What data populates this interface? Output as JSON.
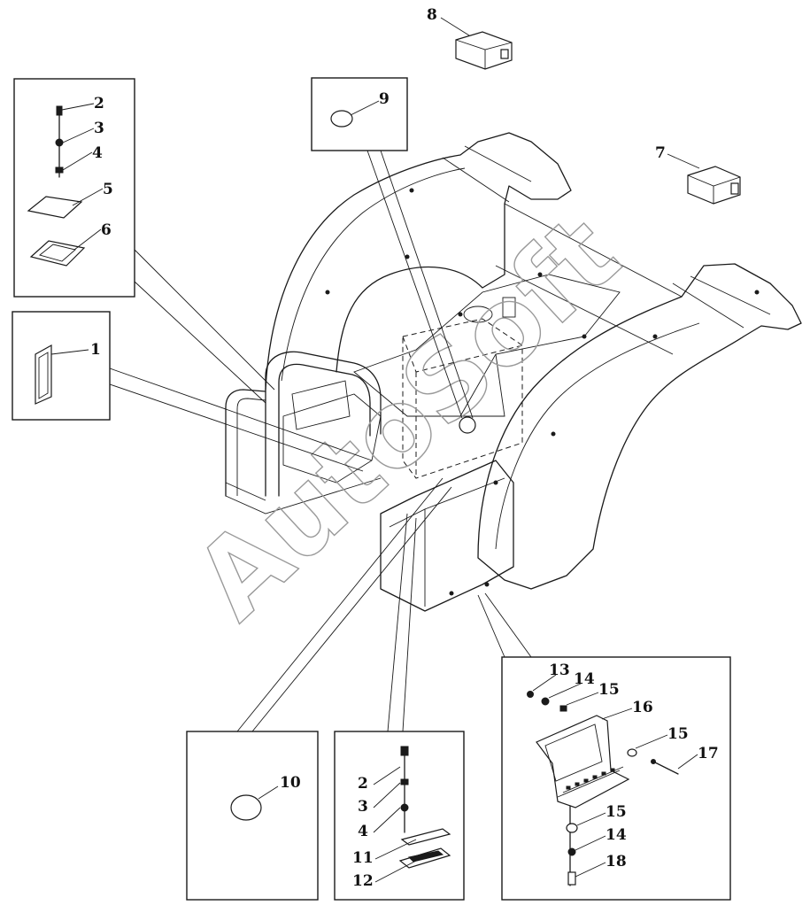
{
  "watermark": "AutoSoft",
  "callouts": {
    "c1": "1",
    "c2a": "2",
    "c3a": "3",
    "c4a": "4",
    "c5": "5",
    "c6": "6",
    "c7": "7",
    "c8": "8",
    "c9": "9",
    "c10": "10",
    "c2b": "2",
    "c3b": "3",
    "c4b": "4",
    "c11": "11",
    "c12": "12",
    "c13": "13",
    "c14a": "14",
    "c15a": "15",
    "c16": "16",
    "c15b": "15",
    "c17": "17",
    "c15c": "15",
    "c14b": "14",
    "c18": "18"
  }
}
